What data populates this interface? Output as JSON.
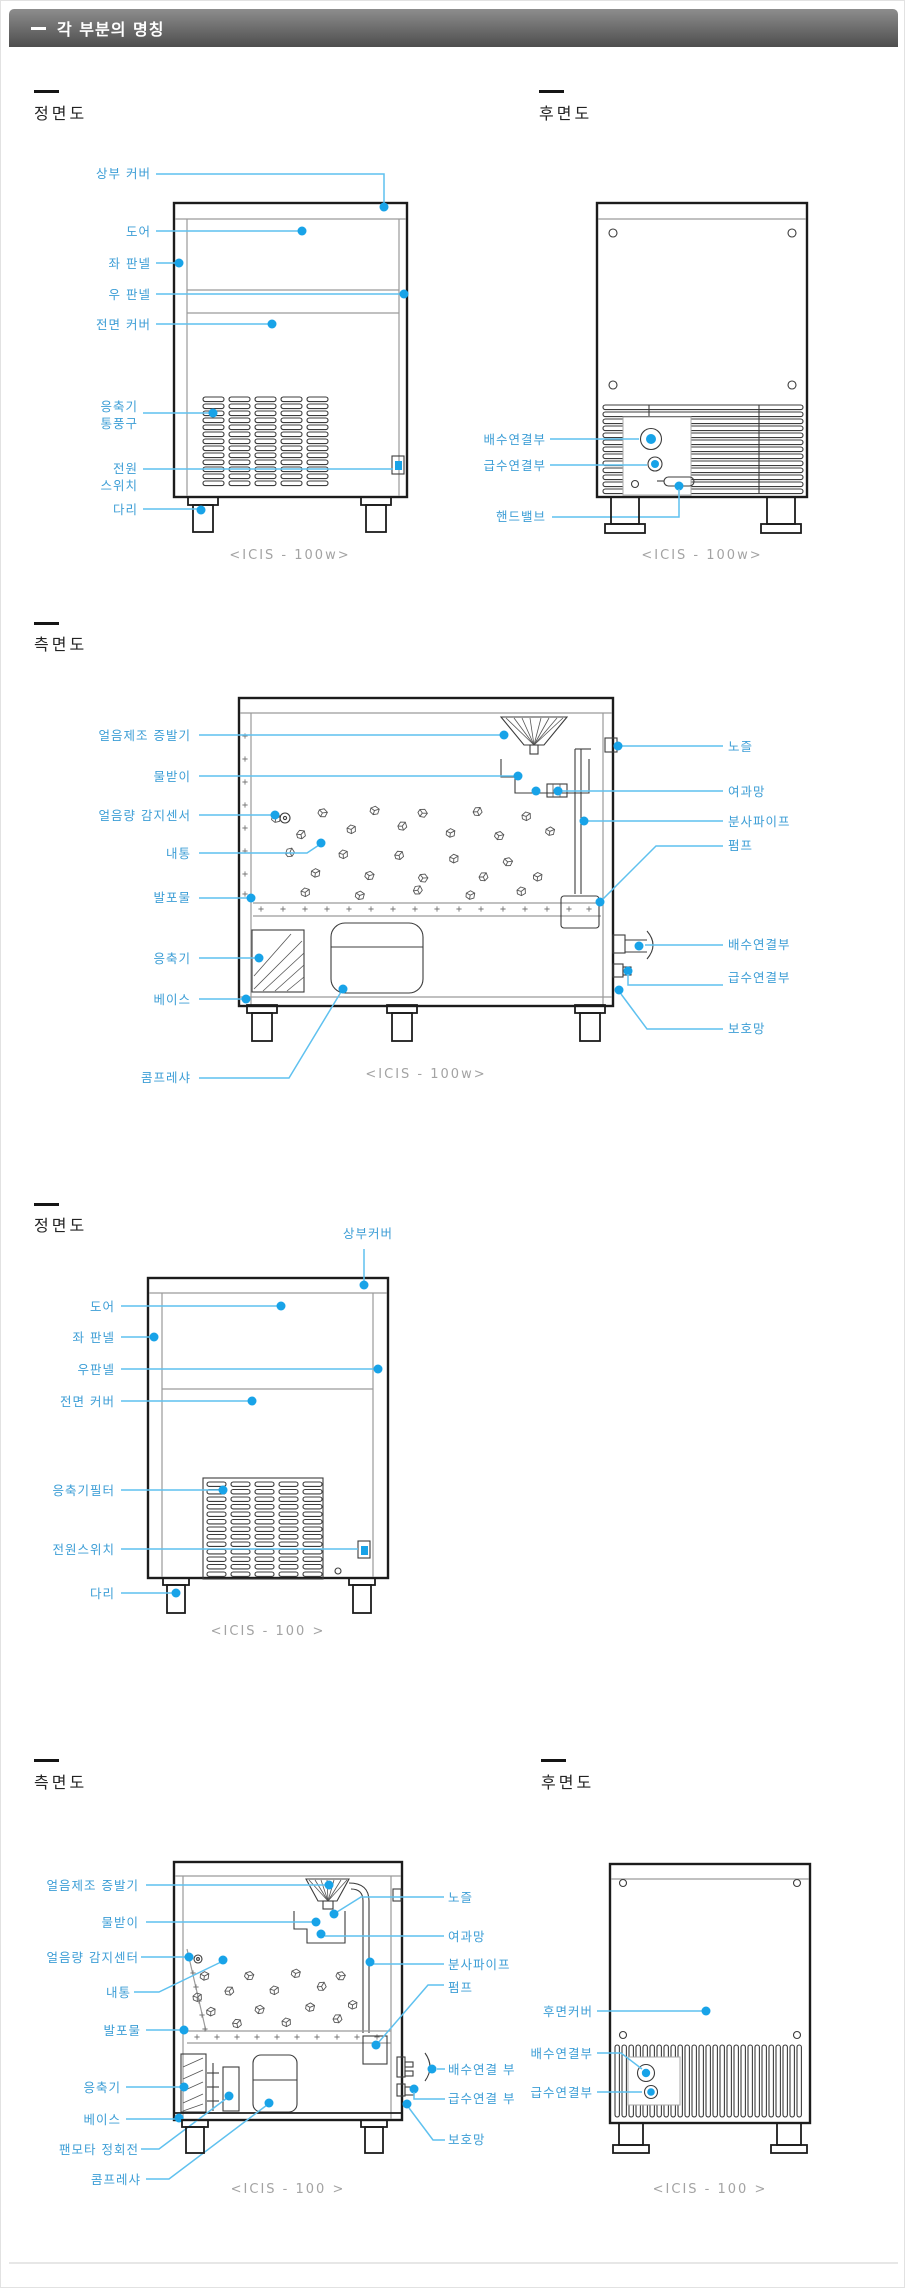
{
  "page": {
    "header_title": "각 부분의 명칭"
  },
  "accent": {
    "label_color": "#3d9ed6",
    "leader_color": "#5fc1ef",
    "dot_color": "#18a3e8",
    "header_gray": "#4e4e4e"
  },
  "sections": {
    "s1": {
      "front": {
        "title": "정면도",
        "caption": "<ICIS - 100w>",
        "labels": {
          "top_cover": "상부 커버",
          "door": "도어",
          "left_panel": "좌 판넬",
          "right_panel": "우 판넬",
          "front_cover": "전면 커버",
          "condenser_vent": "응축기\n통풍구",
          "power_switch": "전원\n스위치",
          "leg": "다리"
        }
      },
      "rear": {
        "title": "후면도",
        "caption": "<ICIS - 100w>",
        "labels": {
          "drain": "배수연결부",
          "supply": "급수연결부",
          "hand_valve": "핸드밸브"
        }
      }
    },
    "s2": {
      "title": "측면도",
      "caption": "<ICIS - 100w>",
      "left_labels": {
        "evaporator": "얼음제조 증발기",
        "water_tray": "물받이",
        "ice_sensor": "얼음량 감지센서",
        "inner_tank": "내통",
        "foam": "발포물",
        "condenser": "응축기",
        "base": "베이스",
        "compressor": "콤프레샤"
      },
      "right_labels": {
        "nozzle": "노즐",
        "filter": "여과망",
        "spray_pipe": "분사파이프",
        "pump": "펌프",
        "drain": "배수연결부",
        "supply": "급수연결부",
        "guard": "보호망"
      }
    },
    "s3": {
      "title": "정면도",
      "caption": "<ICIS - 100 >",
      "labels": {
        "top_cover": "상부커버",
        "door": "도어",
        "left_panel": "좌 판넬",
        "right_panel": "우판넬",
        "front_cover": "전면 커버",
        "condenser_filter": "응축기필터",
        "power_switch": "전원스위치",
        "leg": "다리"
      }
    },
    "s4": {
      "side": {
        "title": "측면도",
        "caption": "<ICIS - 100 >",
        "left_labels": {
          "evaporator": "얼음제조 증발기",
          "water_tray": "물받이",
          "ice_sensor": "얼음량 감지센터",
          "inner_tank": "내통",
          "foam": "발포물",
          "condenser": "응축기",
          "base": "베이스",
          "fan_motor": "팬모타 정회전",
          "compressor": "콤프레샤"
        },
        "right_labels": {
          "nozzle": "노즐",
          "filter": "여과망",
          "spray_pipe": "분사파이프",
          "pump": "펌프",
          "drain": "배수연결 부",
          "supply": "급수연결 부",
          "guard": "보호망"
        }
      },
      "rear": {
        "title": "후면도",
        "caption": "<ICIS - 100 >",
        "labels": {
          "rear_cover": "후면커버",
          "drain": "배수연결부",
          "supply": "급수연결부"
        }
      }
    }
  }
}
